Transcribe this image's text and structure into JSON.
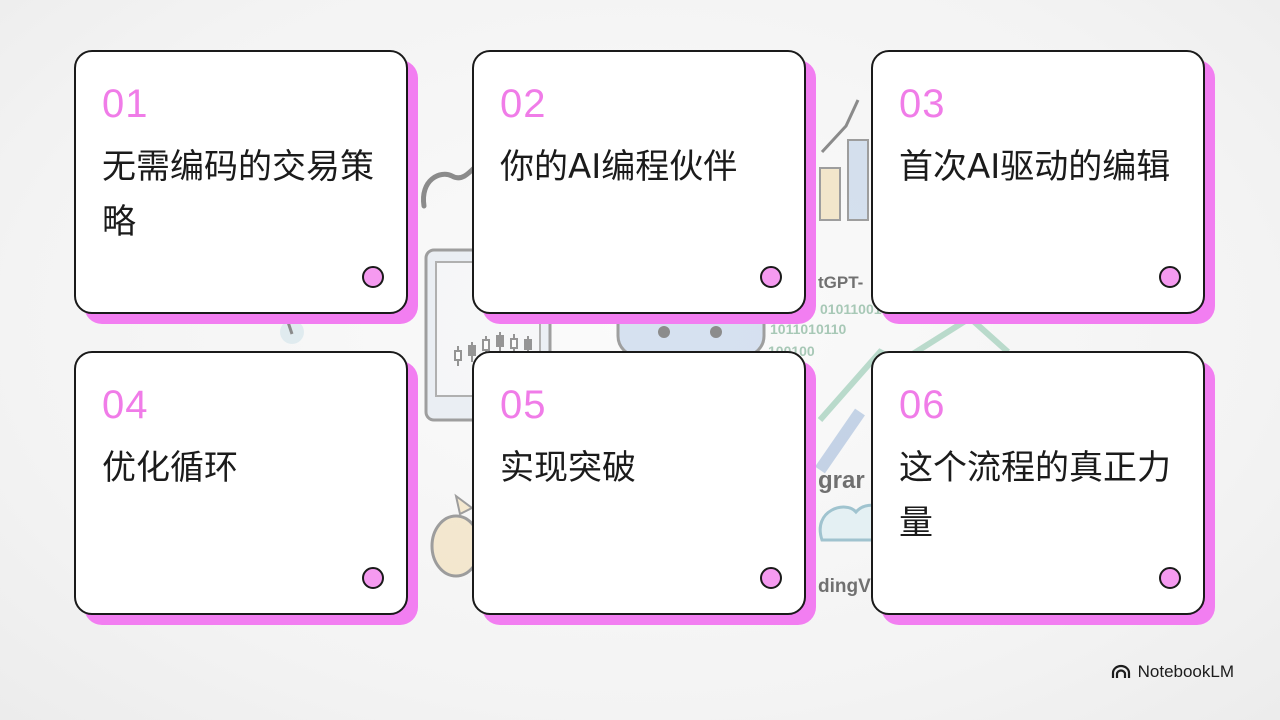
{
  "cards": [
    {
      "number": "01",
      "title": "无需编码的交易策略"
    },
    {
      "number": "02",
      "title": "你的AI编程伙伴"
    },
    {
      "number": "03",
      "title": "首次AI驱动的编辑"
    },
    {
      "number": "04",
      "title": "优化循环"
    },
    {
      "number": "05",
      "title": "实现突破"
    },
    {
      "number": "06",
      "title": "这个流程的真正力量"
    }
  ],
  "background_text": {
    "gpt": "tGPT-",
    "binary_1": "01011001",
    "binary_2": "1011010110",
    "binary_3": "100100",
    "gram": "grar",
    "ding": "dingV"
  },
  "brand": {
    "name": "NotebookLM",
    "icon": "notebooklm-logo-icon"
  },
  "colors": {
    "accent_pink": "#f07ce8",
    "shadow_pink": "#f27ef1",
    "border": "#1a1a1a"
  }
}
